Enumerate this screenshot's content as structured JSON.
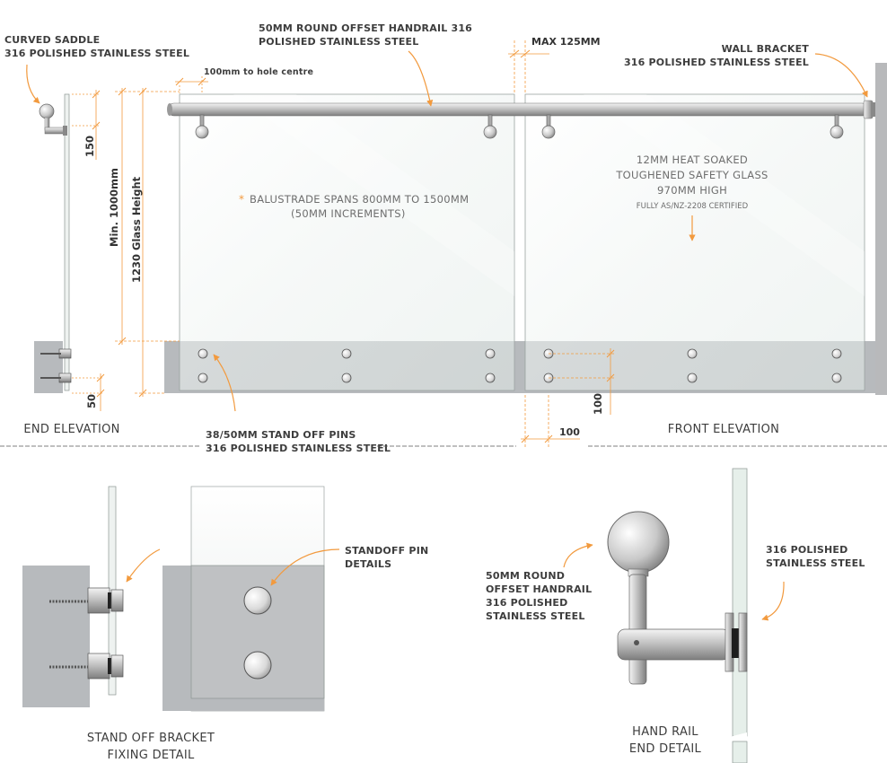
{
  "labels": {
    "curved_saddle": [
      "CURVED SADDLE",
      "316 POLISHED STAINLESS STEEL"
    ],
    "handrail": [
      "50MM ROUND OFFSET HANDRAIL 316",
      "POLISHED STAINLESS STEEL"
    ],
    "max_gap": "MAX 125MM",
    "wall_bracket": [
      "WALL BRACKET",
      "316 POLISHED STAINLESS STEEL"
    ],
    "hole_centre": "100mm to hole centre",
    "spans": [
      "BALUSTRADE SPANS 800MM TO 1500MM",
      "(50MM INCREMENTS)"
    ],
    "spans_marker": "*",
    "glass": [
      "12MM HEAT SOAKED",
      "TOUGHENED SAFETY GLASS",
      "970MM HIGH"
    ],
    "glass_cert": "FULLY AS/NZ-2208 CERTIFIED",
    "standoff_pins": [
      "38/50MM STAND OFF PINS",
      "316 POLISHED STAINLESS STEEL"
    ],
    "standoff_detail": [
      "STANDOFF PIN",
      "DETAILS"
    ],
    "handrail_detail": [
      "50MM ROUND",
      "OFFSET HANDRAIL",
      "316 POLISHED",
      "STAINLESS STEEL"
    ],
    "steel_detail": [
      "316 POLISHED",
      "STAINLESS STEEL"
    ]
  },
  "dimensions": {
    "d150": "150",
    "d50": "50",
    "min_height": "Min. 1000mm",
    "glass_height": "1230 Glass Height",
    "d100_v": "100",
    "d100_h": "100"
  },
  "titles": {
    "end_elevation": "END ELEVATION",
    "front_elevation": "FRONT ELEVATION",
    "bracket_fixing": [
      "STAND OFF BRACKET",
      "FIXING DETAIL"
    ],
    "handrail_end": [
      "HAND RAIL",
      "END DETAIL"
    ]
  },
  "colors": {
    "accent": "#f29a3e",
    "glass": "#eef2f0",
    "concrete": "#b5b8bb",
    "text": "#3d3d3d"
  }
}
